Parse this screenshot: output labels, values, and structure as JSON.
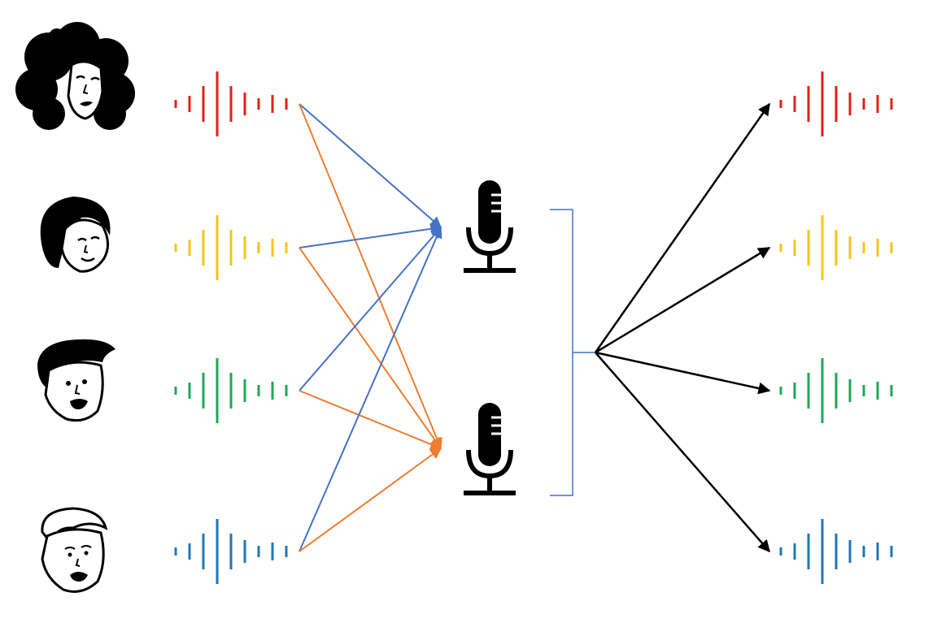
{
  "diagram": {
    "kind": "multi-speaker audio mixing and source separation",
    "speakers": [
      {
        "id": "speaker-1",
        "icon": "woman-curly-hair-face-icon",
        "wave_color": "#e0201b"
      },
      {
        "id": "speaker-2",
        "icon": "woman-short-hair-face-icon",
        "wave_color": "#f5c518"
      },
      {
        "id": "speaker-3",
        "icon": "man-pompadour-face-icon",
        "wave_color": "#1fa855"
      },
      {
        "id": "speaker-4",
        "icon": "man-worried-face-icon",
        "wave_color": "#1f77b4"
      }
    ],
    "microphones": [
      {
        "id": "mic-1",
        "icon": "microphone-icon",
        "arrow_color": "#4472c4"
      },
      {
        "id": "mic-2",
        "icon": "microphone-icon",
        "arrow_color": "#ed7d31"
      }
    ],
    "separated_outputs": [
      {
        "id": "output-1",
        "wave_color": "#e0201b"
      },
      {
        "id": "output-2",
        "wave_color": "#f5c518"
      },
      {
        "id": "output-3",
        "wave_color": "#1fa855"
      },
      {
        "id": "output-4",
        "wave_color": "#1f77b4"
      }
    ],
    "bracket_color": "#4472c4",
    "output_arrow_color": "#000000"
  }
}
